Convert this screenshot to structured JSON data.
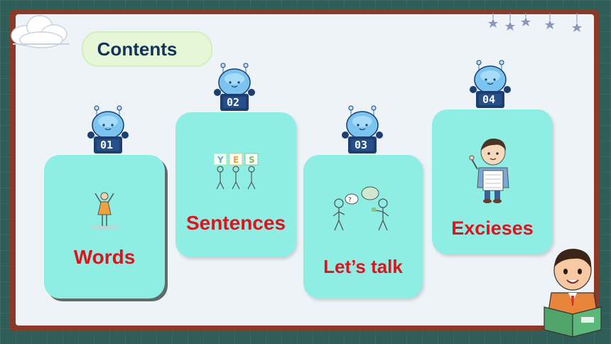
{
  "title": "Contents",
  "sections": [
    {
      "number": "01",
      "label": "Words",
      "illustration": "dancing-girl-icon"
    },
    {
      "number": "02",
      "label": "Sentences",
      "illustration": "yes-sign-people-icon"
    },
    {
      "number": "03",
      "label": "Let’s talk",
      "illustration": "talking-people-icon"
    },
    {
      "number": "04",
      "label": "Excieses",
      "illustration": "boy-with-paper-icon"
    }
  ],
  "colors": {
    "card": "#8feee3",
    "label": "#e0121c",
    "title": "#14335b",
    "frame": "#8b3a2a",
    "board": "#eef3f8"
  }
}
